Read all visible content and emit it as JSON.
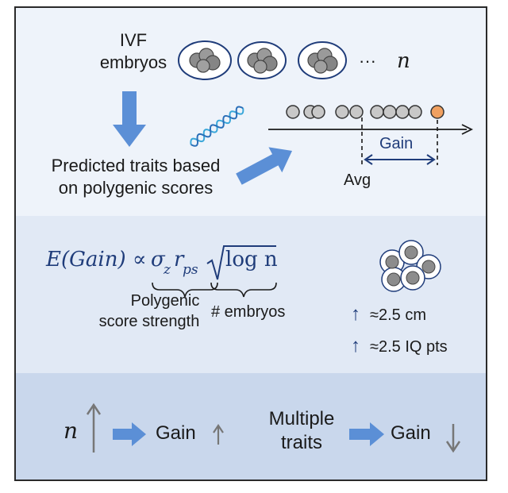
{
  "panel1": {
    "ivf_label_line1": "IVF",
    "ivf_label_line2": "embryos",
    "ellipsis": "···",
    "n_symbol": "n",
    "predicted_line1": "Predicted traits based",
    "predicted_line2": "on polygenic scores",
    "gain_label": "Gain",
    "avg_label": "Avg"
  },
  "panel2": {
    "formula": "E(Gain) ∝ σzrps√log n",
    "formula_parts": {
      "lhs": "E(Gain) ∝ ",
      "sigma": "σ",
      "sigma_sub": "z",
      "r": "r",
      "r_sub": "ps",
      "sqrt_arg": "log n"
    },
    "brace1_line1": "Polygenic",
    "brace1_line2": "score strength",
    "brace2_label": "# embryos",
    "stat1_arrow": "↑",
    "stat1_value": "≈2.5 cm",
    "stat2_arrow": "↑",
    "stat2_value": "≈2.5 IQ pts"
  },
  "panel3": {
    "n_symbol": "n",
    "gain_left": "Gain",
    "multiple_line1": "Multiple",
    "multiple_line2": "traits",
    "gain_right": "Gain"
  },
  "colors": {
    "panel1_bg": "#eef3fa",
    "panel2_bg": "#e1e9f5",
    "panel3_bg": "#c9d7ec",
    "arrow_blue": "#5b8fd6",
    "highlight_orange": "#f0a060",
    "dot_gray": "#c8c8c8",
    "navy": "#1f3c7a"
  }
}
